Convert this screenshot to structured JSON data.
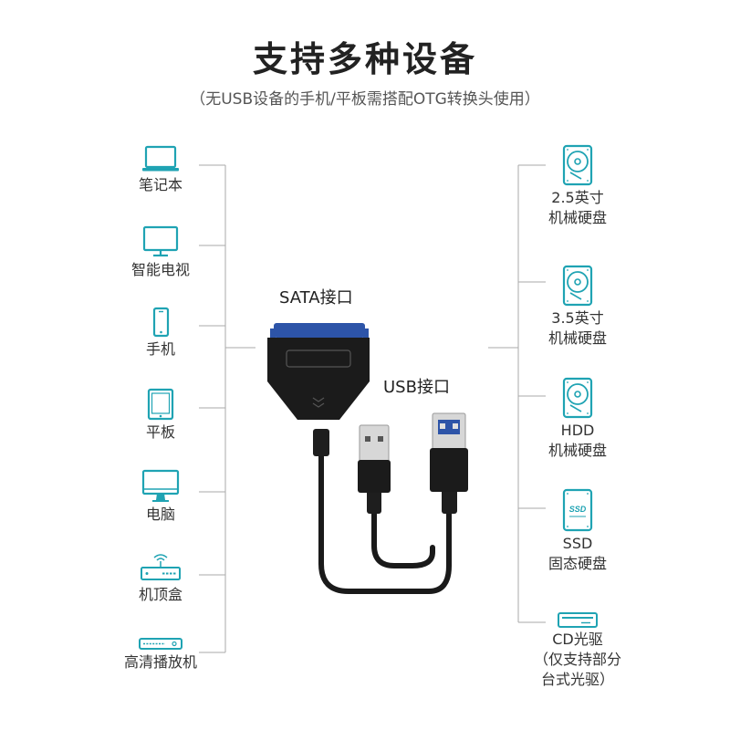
{
  "title": "支持多种设备",
  "subtitle": "（无USB设备的手机/平板需搭配OTG转换头使用）",
  "accent_color": "#1fa3b3",
  "left_devices": [
    {
      "label": "笔记本",
      "icon": "laptop-icon"
    },
    {
      "label": "智能电视",
      "icon": "smart-tv-icon"
    },
    {
      "label": "手机",
      "icon": "mobile-phone-icon"
    },
    {
      "label": "平板",
      "icon": "tablet-icon"
    },
    {
      "label": "电脑",
      "icon": "desktop-monitor-icon"
    },
    {
      "label": "机顶盒",
      "icon": "set-top-box-icon"
    },
    {
      "label": "高清播放机",
      "icon": "hd-player-icon"
    }
  ],
  "right_devices": [
    {
      "line1": "2.5英寸",
      "line2": "机械硬盘",
      "icon": "hard-disk-icon"
    },
    {
      "line1": "3.5英寸",
      "line2": "机械硬盘",
      "icon": "hard-disk-icon"
    },
    {
      "line1": "HDD",
      "line2": "机械硬盘",
      "icon": "hard-disk-icon"
    },
    {
      "line1": "SSD",
      "line2": "固态硬盘",
      "icon": "ssd-icon"
    },
    {
      "line1": "CD光驱",
      "line2": "（仅支持部分",
      "line3": "台式光驱）",
      "icon": "cd-drive-icon"
    }
  ],
  "product": {
    "sata_label": "SATA接口",
    "usb_label": "USB接口",
    "ssd_badge": "SSD"
  }
}
